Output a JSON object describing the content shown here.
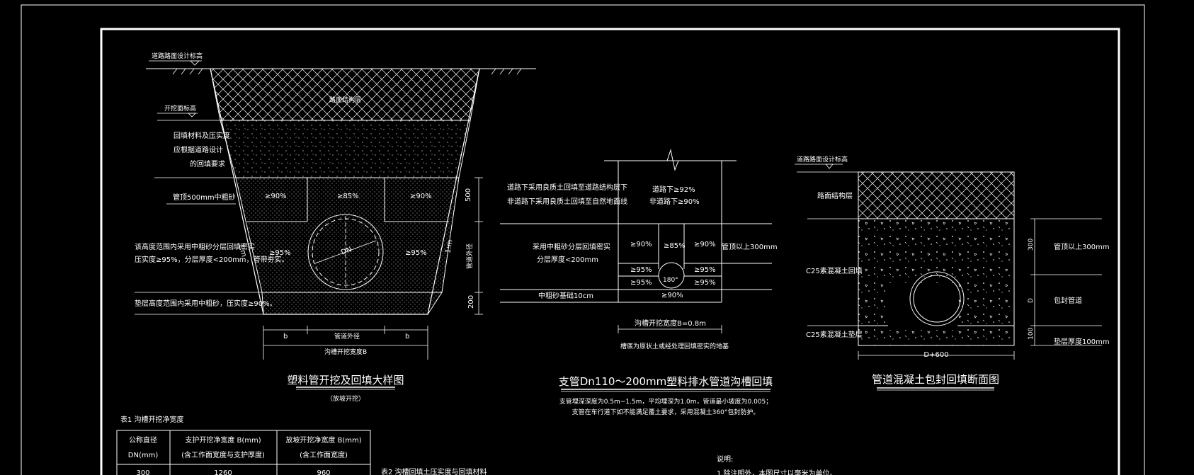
{
  "left_detail": {
    "road_design_elev": "道路路面设计标高",
    "excavation_elev": "开挖面标高",
    "pavement": "路面结构层",
    "backfill_note": [
      "回填材料及压实度",
      "应根据道路设计",
      "的回填要求"
    ],
    "sand_top": "管顶500mm中粗砂",
    "zone_note": [
      "该高度范围内采用中粗砂分层回填密实",
      "压实度≥95%，分层厚度<200mm，管带夯实。"
    ],
    "bed_note": "垫层高度范围内采用中粗砂，压实度≥90%。",
    "pct_90a": "≥90%",
    "pct_85": "≥85%",
    "pct_90b": "≥90%",
    "pct_95a": "≥95%",
    "pct_95b": "≥95%",
    "dn": "DN",
    "slope": "1:m",
    "dim_500": "500",
    "dim_od": "管道外径",
    "dim_200": "200",
    "b1": "b",
    "od": "管道外径",
    "b2": "b",
    "trench_width": "沟槽开挖宽度B",
    "title": "塑料管开挖及回填大样图",
    "subtitle": "（放坡开挖）"
  },
  "middle_detail": {
    "note1": "道路下采用良质土回填至道路结构层下",
    "note2": "非道路下采用良质土回填至自然地面线",
    "road_under": "道路下≥92%",
    "non_road": "非道路下≥90%",
    "sand_note1": "采用中粗砂分层回填密实",
    "sand_note2": "分层厚度<200mm",
    "p90a": "≥90%",
    "p85": "≥85%",
    "p90b": "≥90%",
    "above_pipe": "管顶以上300mm",
    "p95a": "≥95%",
    "p95b": "≥95%",
    "p95c": "≥95%",
    "p95d": "≥95%",
    "angle": "180°",
    "bed": "中粗砂基础10cm",
    "p90c": "≥90%",
    "width": "沟槽开挖宽度B=0.8m",
    "base_note": "槽底为原状土或经处理回填密实的地基",
    "title": "支管Dn110～200mm塑料排水管道沟槽回填",
    "note_a": "支管埋深深度为0.5m~1.5m，平均埋深为1.0m，管道最小坡度为0.005；",
    "note_b": "支管在车行道下如不能满足覆土要求，采用混凝土360°包封防护。"
  },
  "right_detail": {
    "road_design_elev": "道路路面设计标高",
    "pavement": "路面结构层",
    "c25_fill": "C25素混凝土回填",
    "c25_bed": "C25素混凝土垫层",
    "dim_300": "300",
    "dim_d": "D",
    "dim_100": "100",
    "above_pipe": "管顶以上300mm",
    "encase": "包封管道",
    "bed_thick": "垫层厚度100mm",
    "width": "D+600",
    "title": "管道混凝土包封回填断面图"
  },
  "table": {
    "caption": "表1  沟槽开挖净宽度",
    "h1a": "公称直径",
    "h1b": "DN(mm)",
    "h2a": "支护开挖净宽度 B(mm)",
    "h2b": "(含工作面宽度与支护厚度)",
    "h3a": "放坡开挖净宽度 B(mm)",
    "h3b": "(含工作面宽度)",
    "r1": [
      "300",
      "1260",
      "960"
    ]
  },
  "table2_caption": "表2  沟槽回填土压实度与回填材料",
  "notes": {
    "title": "说明:",
    "line1": "1.除注明外，本图尺寸以毫米为单位。"
  }
}
